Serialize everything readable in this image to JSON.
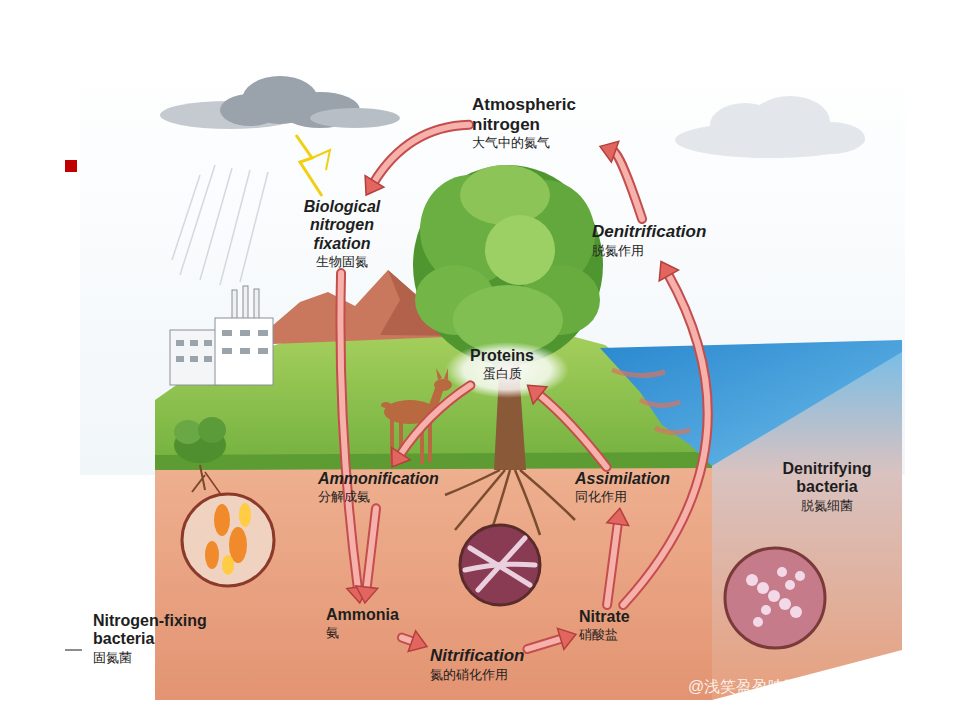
{
  "diagram": {
    "nodes": [
      {
        "text": [
          "Atmospheric nitrogen",
          "大气中的氮气"
        ]
      },
      {
        "text": [
          "Biological nitrogen fixation",
          "生物固氮"
        ]
      },
      {
        "text": [
          "Ammonia",
          "氨"
        ]
      },
      {
        "text": [
          "Nitrification",
          "氮的硝化作用"
        ]
      },
      {
        "text": [
          "Nitrate",
          "硝酸盐"
        ]
      },
      {
        "text": [
          "Assimilation",
          "同化作用"
        ]
      },
      {
        "text": [
          "Proteins",
          "蛋白质"
        ]
      },
      {
        "text": [
          "Ammonification",
          "分解成氨"
        ]
      },
      {
        "text": [
          "Denitrification",
          "脱氮作用"
        ]
      },
      {
        "text": [
          "Nitrogen-fixing bacteria",
          "固氮菌"
        ]
      },
      {
        "text": [
          "Denitrifying bacteria",
          "脱氮细菌"
        ]
      }
    ],
    "edges": [
      {
        "from": 0,
        "to": 1,
        "arrow": "to"
      },
      {
        "from": 1,
        "to": 2,
        "arrow": "to"
      },
      {
        "from": 2,
        "to": 3,
        "arrow": "to"
      },
      {
        "from": 3,
        "to": 4,
        "arrow": "to"
      },
      {
        "from": 4,
        "to": 5,
        "arrow": "to"
      },
      {
        "from": 5,
        "to": 6,
        "arrow": "to"
      },
      {
        "from": 6,
        "to": 7,
        "arrow": "to"
      },
      {
        "from": 7,
        "to": 2,
        "arrow": "to"
      },
      {
        "from": 4,
        "to": 8,
        "arrow": "to"
      },
      {
        "from": 8,
        "to": 0,
        "arrow": "to"
      }
    ],
    "labels": [
      "@浅笑盈盈映眼眸tuk"
    ]
  }
}
